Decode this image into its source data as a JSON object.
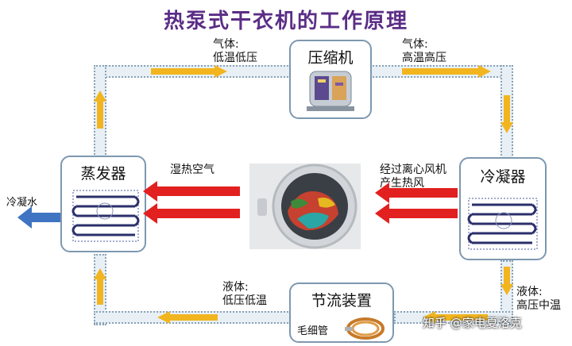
{
  "title": "热泵式干衣机的工作原理",
  "components": {
    "compressor": "压缩机",
    "evaporator": "蒸发器",
    "condenser": "冷凝器",
    "throttle": "节流装置"
  },
  "labels": {
    "top_left_line1": "气体:",
    "top_left_line2": "低温低压",
    "top_right_line1": "气体:",
    "top_right_line2": "高温高压",
    "bottom_left_line1": "液体:",
    "bottom_left_line2": "低压低温",
    "bottom_right_line1": "液体:",
    "bottom_right_line2": "高压中温",
    "hot_humid_air": "湿热空气",
    "fan_air_line1": "经过离心风机",
    "fan_air_line2": "产生热风",
    "condensed_water": "冷凝水",
    "capillary": "毛细管"
  },
  "watermark": "知乎 @家电夏洛克",
  "colors": {
    "title": "#5b2d86",
    "pipe": "#e8f0f6",
    "flow_arrow": "#f2b51f",
    "hot_air_arrow": "#e1201f",
    "water_arrow": "#3f74c2"
  }
}
